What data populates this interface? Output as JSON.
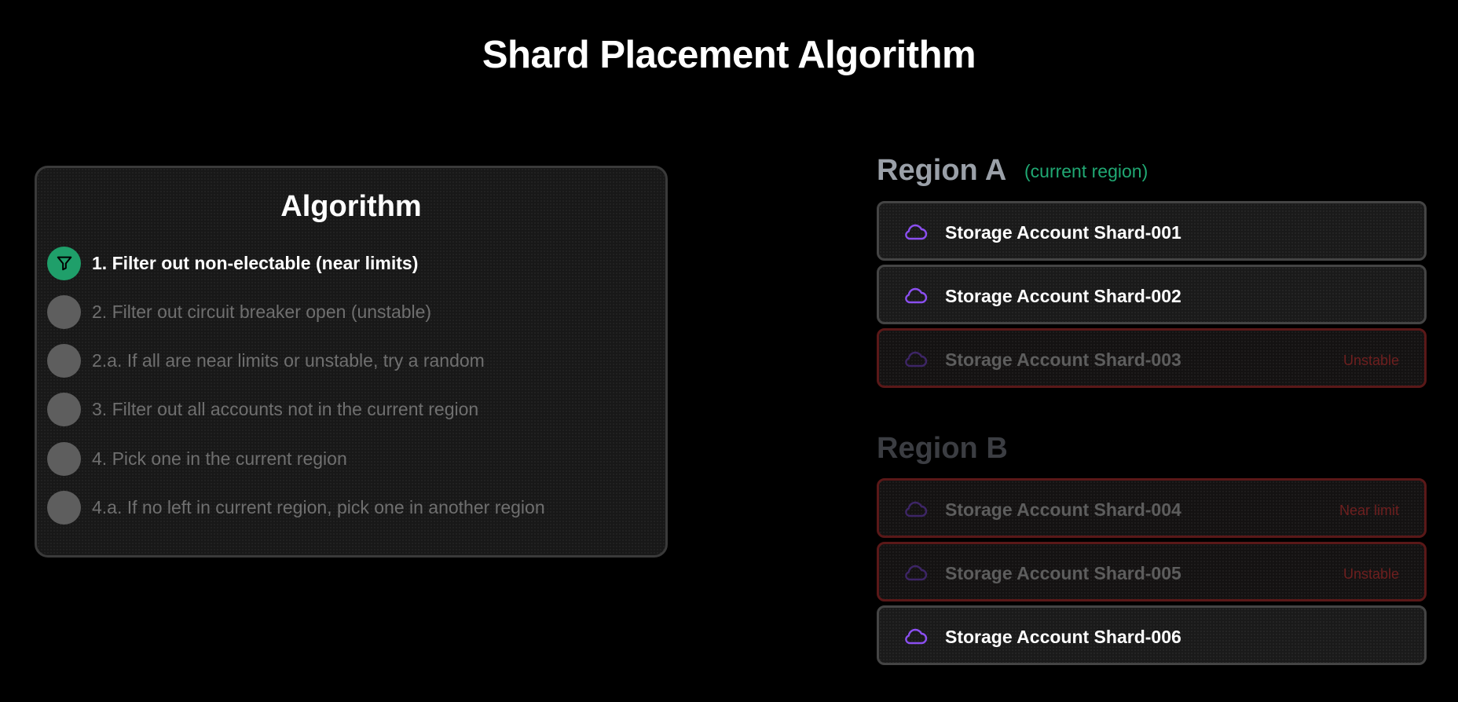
{
  "page": {
    "title": "Shard Placement Algorithm"
  },
  "algorithm": {
    "title": "Algorithm",
    "steps": [
      {
        "label": "1. Filter out non-electable (near limits)",
        "active": true,
        "icon": "filter-icon"
      },
      {
        "label": "2. Filter out circuit breaker open (unstable)",
        "active": false
      },
      {
        "label": "2.a. If all are near limits or unstable, try a random",
        "active": false
      },
      {
        "label": "3. Filter out all accounts not in the current region",
        "active": false
      },
      {
        "label": "4. Pick one in the current region",
        "active": false
      },
      {
        "label": "4.a. If no left in current region, pick one in another region",
        "active": false
      }
    ]
  },
  "regions": [
    {
      "name": "Region A",
      "note": "(current region)",
      "shards": [
        {
          "label": "Storage Account Shard-001",
          "status": "",
          "healthy": true
        },
        {
          "label": "Storage Account Shard-002",
          "status": "",
          "healthy": true
        },
        {
          "label": "Storage Account Shard-003",
          "status": "Unstable",
          "healthy": false
        }
      ]
    },
    {
      "name": "Region B",
      "note": "",
      "shards": [
        {
          "label": "Storage Account Shard-004",
          "status": "Near limit",
          "healthy": false
        },
        {
          "label": "Storage Account Shard-005",
          "status": "Unstable",
          "healthy": false
        },
        {
          "label": "Storage Account Shard-006",
          "status": "",
          "healthy": true
        }
      ]
    }
  ],
  "colors": {
    "background": "#000000",
    "active_step": "#1f9f6a",
    "inactive_step": "#5e5e5e",
    "current_region_note": "#20a873",
    "cloud_icon": "#8b4ff0",
    "cloud_icon_dim": "#3d2566",
    "error_border": "#5a1818",
    "error_text": "#6e1f1f"
  }
}
